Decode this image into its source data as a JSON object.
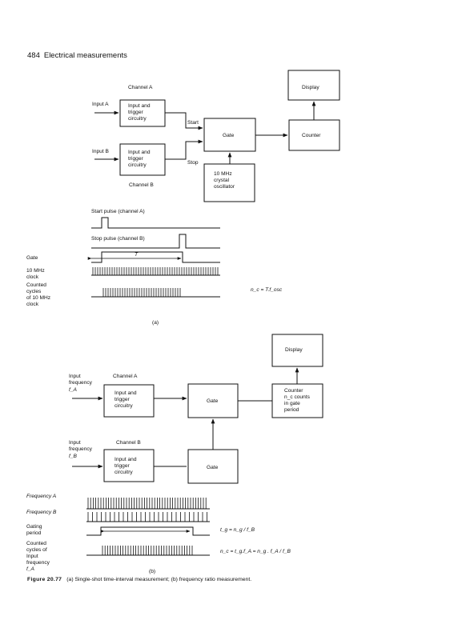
{
  "header": {
    "page_number": "484",
    "title": "Electrical measurements"
  },
  "diagram_a": {
    "channel_a_label": "Channel A",
    "channel_b_label": "Channel B",
    "input_a": "Input A",
    "input_b": "Input B",
    "trigger_a_lines": [
      "Input and",
      "trigger",
      "circuitry"
    ],
    "trigger_b_lines": [
      "Input and",
      "trigger",
      "circuitry"
    ],
    "start": "Start",
    "stop": "Stop",
    "gate": "Gate",
    "counter": "Counter",
    "display": "Display",
    "oscillator_lines": [
      "10 MHz",
      "crystal",
      "oscillator"
    ],
    "start_pulse": "Start pulse (channel A)",
    "stop_pulse": "Stop pulse (channel B)",
    "gate_row": "Gate",
    "clock_lines": [
      "10 MHz",
      "clock"
    ],
    "counted_lines": [
      "Counted",
      "cycles",
      "of 10 MHz",
      "clock"
    ],
    "period_symbol": "T",
    "equation": "n_c = T.f_osc",
    "sublabel": "(a)"
  },
  "diagram_b": {
    "display": "Display",
    "channel_a_label": "Channel A",
    "channel_b_label": "Channel B",
    "input_a_lines": [
      "Input",
      "frequency",
      "f_A"
    ],
    "input_b_lines": [
      "Input",
      "frequency",
      "f_B"
    ],
    "trigger_a_lines": [
      "Input and",
      "trigger",
      "circuitry"
    ],
    "trigger_b_lines": [
      "Input and",
      "trigger",
      "circuitry"
    ],
    "gate_top": "Gate",
    "gate_bottom": "Gate",
    "counter_lines": [
      "Counter",
      "n_c counts",
      "in gate",
      "period"
    ],
    "freq_a": "Frequency A",
    "freq_b": "Frequency B",
    "gating_lines": [
      "Gating",
      "period"
    ],
    "counted_lines": [
      "Counted",
      "cycles of",
      "Input",
      "frequency",
      "f_A"
    ],
    "equation_1": "t_g = n_g / f_B",
    "equation_2": "n_c = t_g.f_A = n_g . f_A / f_B",
    "sublabel": "(b)"
  },
  "caption": {
    "label": "Figure 20.77",
    "text": "(a) Single-shot time-interval measurement; (b) frequency ratio measurement."
  }
}
